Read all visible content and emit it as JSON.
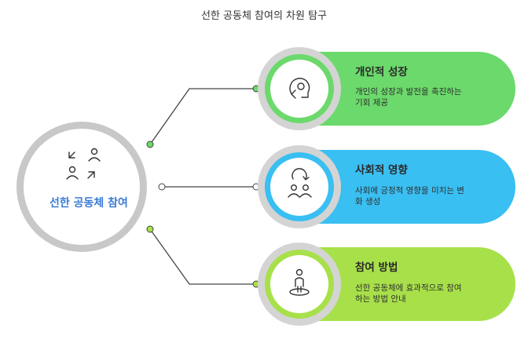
{
  "title": "선한 공동체 참여의 차원 탐구",
  "hub": {
    "label": "선한 공동체 참여",
    "icon": "people-exchange-icon"
  },
  "cards": [
    {
      "title": "개인적 성장",
      "description_lines": [
        "개인의 성장과 발전을 촉진하는",
        "기회 제공"
      ],
      "icon": "head-growth-icon",
      "color": "#6bd96b"
    },
    {
      "title": "사회적 영향",
      "description_lines": [
        "사회에 긍정적 영향을 미치는 변",
        "화 생성"
      ],
      "icon": "group-cycle-icon",
      "color": "#39bff2"
    },
    {
      "title": "참여 방법",
      "description_lines": [
        "선한 공동체에 효과적으로 참여",
        "하는 방법 안내"
      ],
      "icon": "person-target-icon",
      "color": "#a8e04a"
    }
  ]
}
